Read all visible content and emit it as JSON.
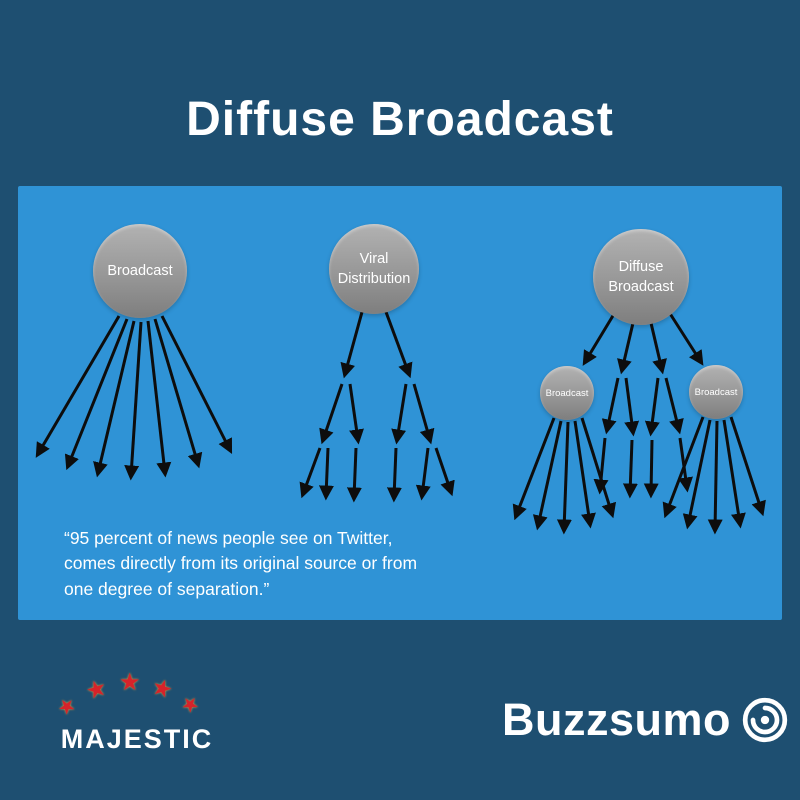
{
  "header": {
    "title": "Diffuse Broadcast"
  },
  "diagram": {
    "nodes": {
      "broadcast": {
        "label": "Broadcast"
      },
      "viral": {
        "line1": "Viral",
        "line2": "Distribution"
      },
      "diffuse": {
        "line1": "Diffuse",
        "line2": "Broadcast"
      },
      "sub_left": {
        "label": "Broadcast"
      },
      "sub_right": {
        "label": "Broadcast"
      }
    },
    "quote": {
      "line1": "“95 percent of news people see on Twitter,",
      "line2": "comes directly from its original source or from",
      "line3": "one degree of separation.”"
    }
  },
  "footer": {
    "majestic_label": "MAJESTIC",
    "buzzsumo_label": "Buzzsumo",
    "star_glyph": "★"
  },
  "colors": {
    "bg": "#1e4f71",
    "panel": "#2f93d6",
    "arrow": "#0d0d0d",
    "text": "#ffffff",
    "node_top": "#b2b2b2",
    "node_bottom": "#7e7e7e",
    "star_red": "#d6232a"
  }
}
